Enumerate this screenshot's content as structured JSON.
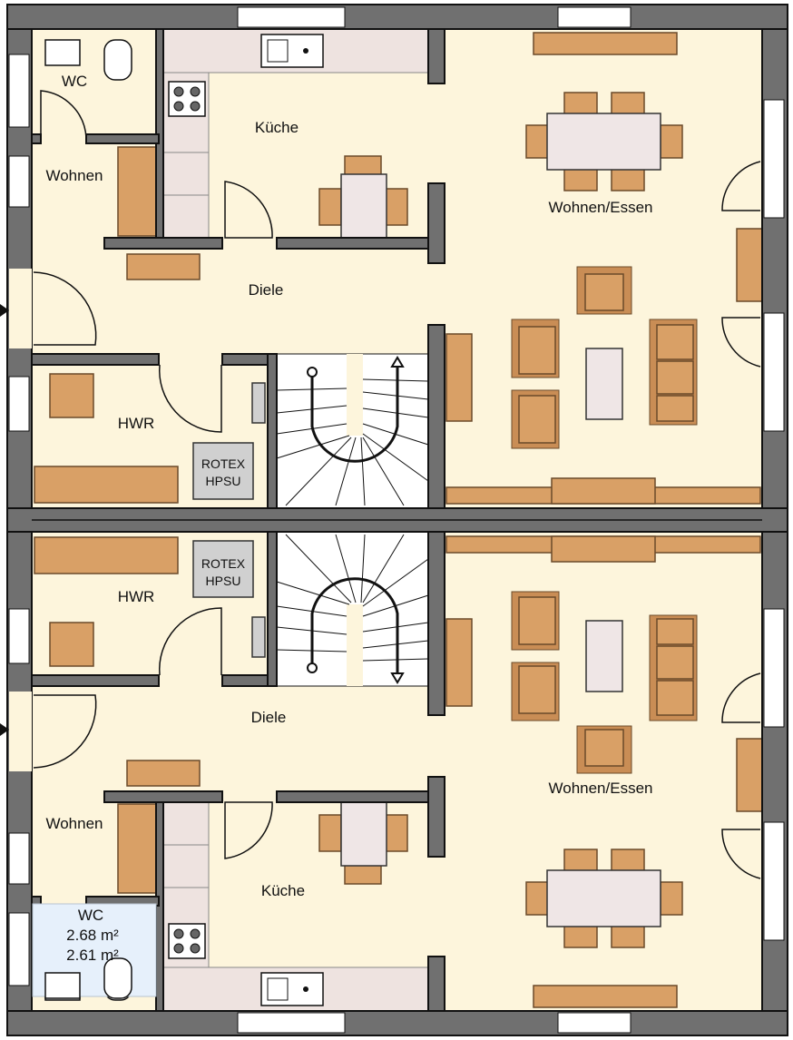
{
  "colors": {
    "room": "#fdf5dc",
    "wall": "#707070",
    "furniture": "#d9a066",
    "wc_tiles": "#e6f0fb"
  },
  "upper_unit": {
    "wc": "WC",
    "wohnen": "Wohnen",
    "kueche": "Küche",
    "diele": "Diele",
    "hwr": "HWR",
    "rotex_line1": "ROTEX",
    "rotex_line2": "HPSU",
    "wohnen_essen": "Wohnen/Essen"
  },
  "lower_unit": {
    "wc": "WC",
    "wc_area_1": "2.68 m²",
    "wc_area_2": "2.61 m²",
    "wohnen": "Wohnen",
    "kueche": "Küche",
    "diele": "Diele",
    "hwr": "HWR",
    "rotex_line1": "ROTEX",
    "rotex_line2": "HPSU",
    "wohnen_essen": "Wohnen/Essen"
  }
}
